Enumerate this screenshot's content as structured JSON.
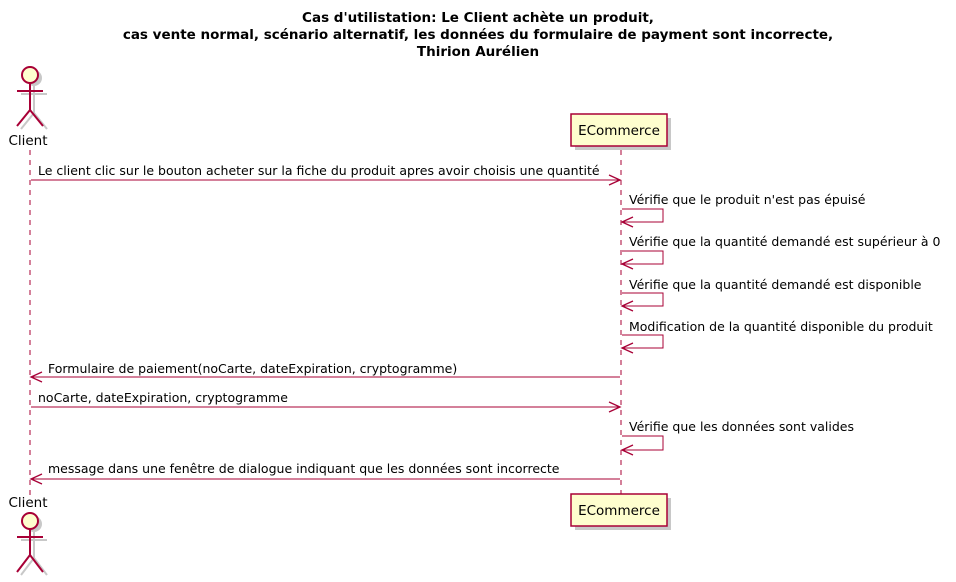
{
  "title_lines": [
    "Cas d'utilistation: Le Client achète un produit,",
    "cas vente normal, scénario alternatif, les données du formulaire de payment sont incorrecte,",
    "Thirion Aurélien"
  ],
  "participants": {
    "client": "Client",
    "ecommerce": "ECommerce"
  },
  "messages": [
    {
      "from": "client",
      "to": "ecommerce",
      "text": "Le client clic sur le bouton acheter sur la fiche du produit apres avoir choisis une quantité"
    },
    {
      "from": "ecommerce",
      "to": "ecommerce",
      "text": "Vérifie que le produit n'est pas épuisé"
    },
    {
      "from": "ecommerce",
      "to": "ecommerce",
      "text": "Vérifie que la quantité demandé est supérieur à 0"
    },
    {
      "from": "ecommerce",
      "to": "ecommerce",
      "text": "Vérifie que la quantité demandé est disponible"
    },
    {
      "from": "ecommerce",
      "to": "ecommerce",
      "text": "Modification de la quantité disponible du produit"
    },
    {
      "from": "ecommerce",
      "to": "client",
      "text": "Formulaire de paiement(noCarte, dateExpiration, cryptogramme)"
    },
    {
      "from": "client",
      "to": "ecommerce",
      "text": "noCarte, dateExpiration, cryptogramme"
    },
    {
      "from": "ecommerce",
      "to": "ecommerce",
      "text": "Vérifie que les données sont valides"
    },
    {
      "from": "ecommerce",
      "to": "client",
      "text": "message dans une fenêtre de dialogue indiquant que les données sont incorrecte"
    }
  ],
  "colors": {
    "line": "#A80036",
    "fill": "#FEFECE"
  }
}
